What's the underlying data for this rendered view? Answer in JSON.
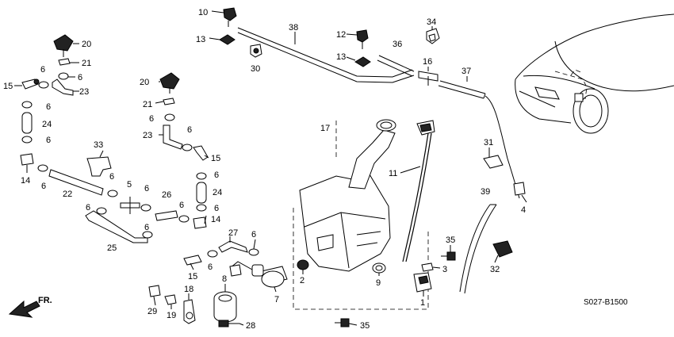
{
  "diagram": {
    "code": "S027-B1500",
    "direction": "FR.",
    "part_numbers": [
      "1",
      "2",
      "3",
      "4",
      "5",
      "6",
      "7",
      "8",
      "9",
      "10",
      "11",
      "12",
      "13",
      "14",
      "15",
      "16",
      "17",
      "18",
      "19",
      "20",
      "21",
      "22",
      "23",
      "24",
      "25",
      "26",
      "27",
      "28",
      "29",
      "30",
      "31",
      "32",
      "33",
      "34",
      "35",
      "36",
      "37",
      "38",
      "39"
    ],
    "labels": [
      {
        "n": "10"
      },
      {
        "n": "13"
      },
      {
        "n": "38"
      },
      {
        "n": "12"
      },
      {
        "n": "34"
      },
      {
        "n": "20"
      },
      {
        "n": "21"
      },
      {
        "n": "6"
      },
      {
        "n": "6"
      },
      {
        "n": "15"
      },
      {
        "n": "23"
      },
      {
        "n": "30"
      },
      {
        "n": "36"
      },
      {
        "n": "13"
      },
      {
        "n": "16"
      },
      {
        "n": "37"
      },
      {
        "n": "20"
      },
      {
        "n": "21"
      },
      {
        "n": "6"
      },
      {
        "n": "24"
      },
      {
        "n": "6"
      },
      {
        "n": "6"
      },
      {
        "n": "6"
      },
      {
        "n": "23"
      },
      {
        "n": "15"
      },
      {
        "n": "17"
      },
      {
        "n": "31"
      },
      {
        "n": "33"
      },
      {
        "n": "11"
      },
      {
        "n": "14"
      },
      {
        "n": "6"
      },
      {
        "n": "6"
      },
      {
        "n": "22"
      },
      {
        "n": "6"
      },
      {
        "n": "5"
      },
      {
        "n": "6"
      },
      {
        "n": "26"
      },
      {
        "n": "24"
      },
      {
        "n": "39"
      },
      {
        "n": "4"
      },
      {
        "n": "6"
      },
      {
        "n": "6"
      },
      {
        "n": "14"
      },
      {
        "n": "6"
      },
      {
        "n": "25"
      },
      {
        "n": "6"
      },
      {
        "n": "27"
      },
      {
        "n": "6"
      },
      {
        "n": "35"
      },
      {
        "n": "32"
      },
      {
        "n": "15"
      },
      {
        "n": "6"
      },
      {
        "n": "2"
      },
      {
        "n": "9"
      },
      {
        "n": "3"
      },
      {
        "n": "8"
      },
      {
        "n": "7"
      },
      {
        "n": "1"
      },
      {
        "n": "18"
      },
      {
        "n": "29"
      },
      {
        "n": "19"
      },
      {
        "n": "28"
      },
      {
        "n": "35"
      }
    ]
  }
}
